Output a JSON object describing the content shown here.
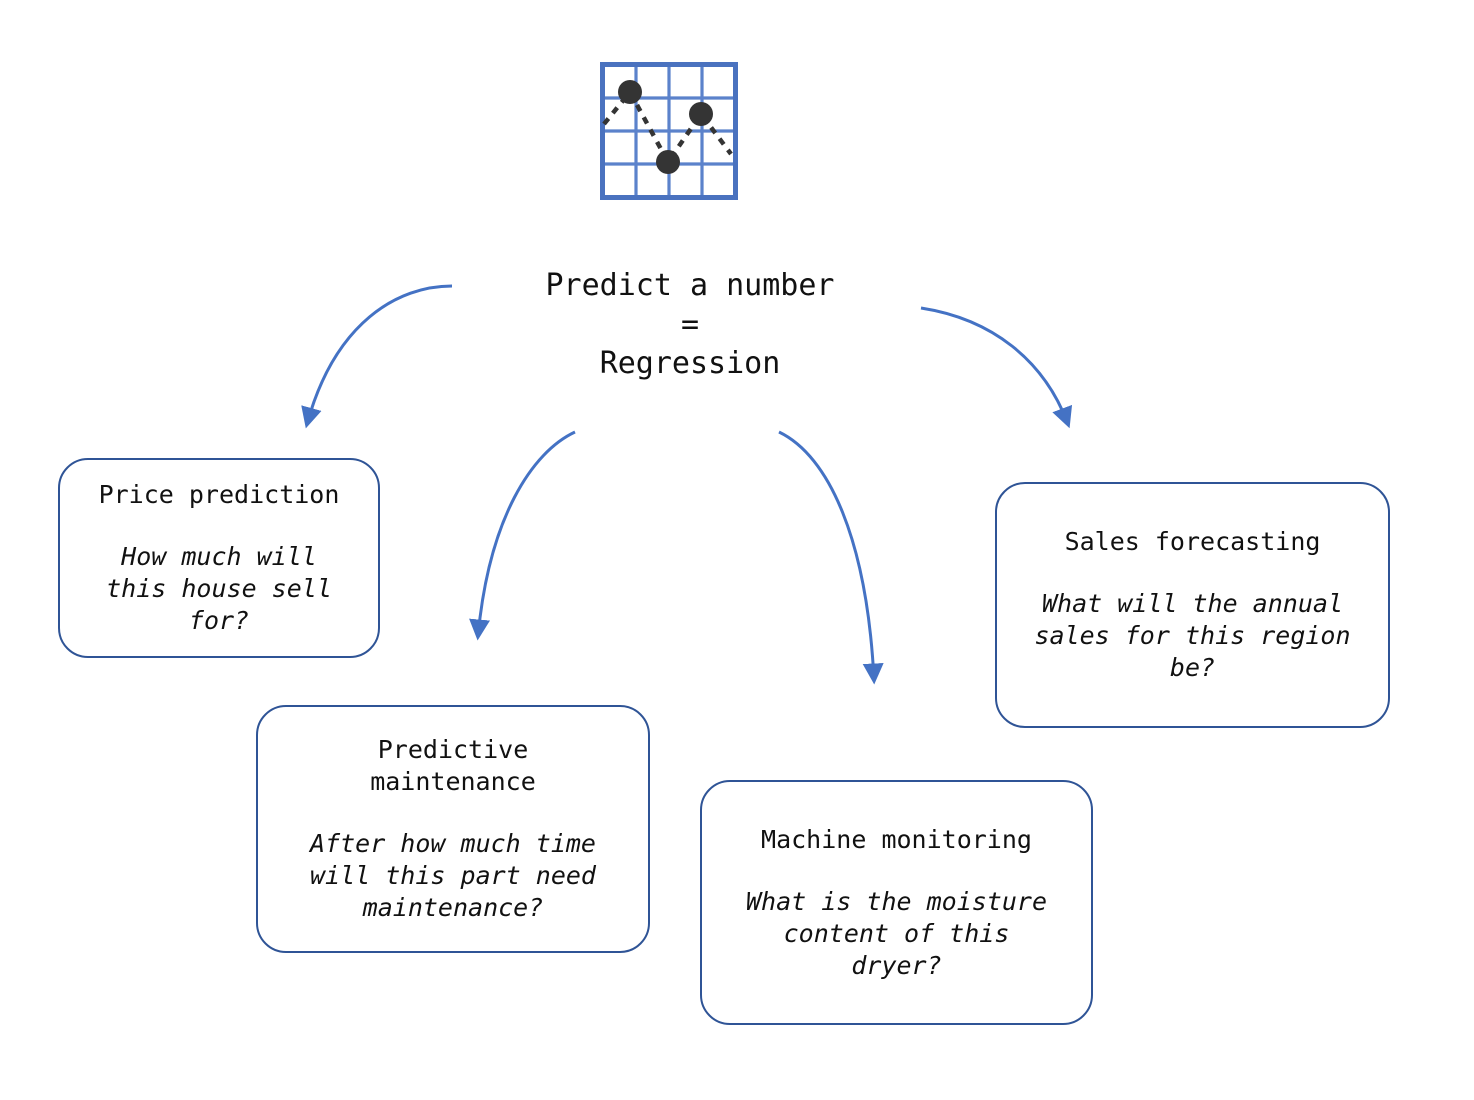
{
  "diagram": {
    "icon": {
      "name": "scatter-chart-icon",
      "grid_color": "#4a72bf",
      "inner_grid_color": "#5b82cb",
      "dot_color": "#343434"
    },
    "center": {
      "text": "Predict a number\n=\nRegression"
    },
    "colors": {
      "arrow": "#4472C4",
      "box_border": "#2F5496",
      "text": "#111111"
    },
    "boxes": [
      {
        "id": "price-prediction",
        "title": "Price prediction",
        "question": "How much will\nthis house sell\nfor?"
      },
      {
        "id": "predictive-maintenance",
        "title": "Predictive\nmaintenance",
        "question": "After how much time\nwill this part need\nmaintenance?"
      },
      {
        "id": "machine-monitoring",
        "title": "Machine monitoring",
        "question": "What is the moisture\ncontent of this\ndryer?"
      },
      {
        "id": "sales-forecasting",
        "title": "Sales forecasting",
        "question": "What will the annual\nsales for this region\nbe?"
      }
    ]
  }
}
